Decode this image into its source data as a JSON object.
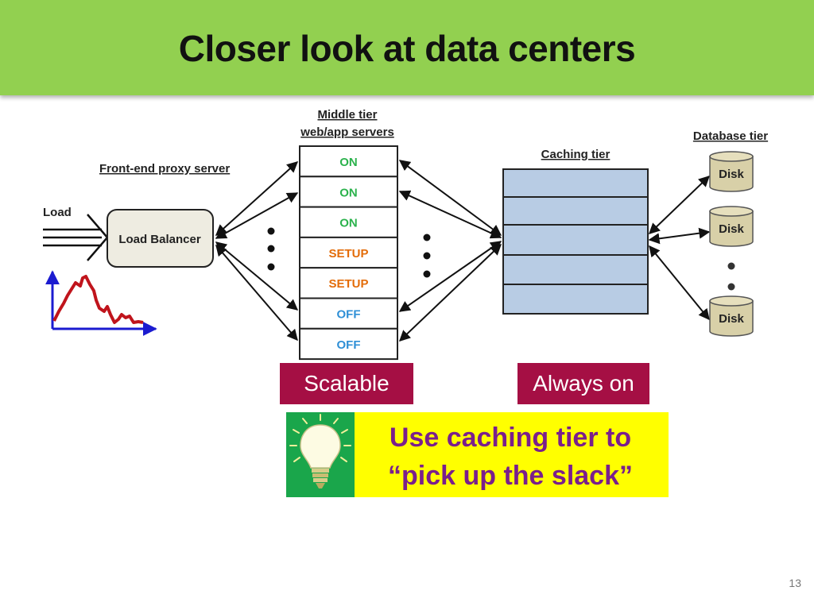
{
  "slide": {
    "title": "Closer look at data centers",
    "page_number": "13"
  },
  "diagram": {
    "load_label": "Load",
    "frontend_label": "Front-end proxy server",
    "load_balancer_label": "Load Balancer",
    "middle_tier_label_line1": "Middle tier",
    "middle_tier_label_line2": "web/app servers",
    "servers": [
      {
        "state": "ON",
        "color": "#2bb24c"
      },
      {
        "state": "ON",
        "color": "#2bb24c"
      },
      {
        "state": "ON",
        "color": "#2bb24c"
      },
      {
        "state": "SETUP",
        "color": "#e36c09"
      },
      {
        "state": "SETUP",
        "color": "#e36c09"
      },
      {
        "state": "OFF",
        "color": "#2e8fd6"
      },
      {
        "state": "OFF",
        "color": "#2e8fd6"
      }
    ],
    "caching_tier_label": "Caching tier",
    "database_tier_label": "Database tier",
    "disks": [
      "Disk",
      "Disk",
      "Disk"
    ]
  },
  "callouts": {
    "scalable": "Scalable",
    "always_on": "Always on"
  },
  "tip": {
    "line1": "Use caching tier to",
    "line2": "“pick up the slack”",
    "icon": "lightbulb-icon"
  },
  "colors": {
    "title_bar": "#92d050",
    "callout_bg": "#a50f44",
    "tip_bg": "#ffff00",
    "tip_text": "#7a1f8c",
    "cache_fill": "#b8cce4",
    "disk_fill": "#d8d0a8"
  }
}
